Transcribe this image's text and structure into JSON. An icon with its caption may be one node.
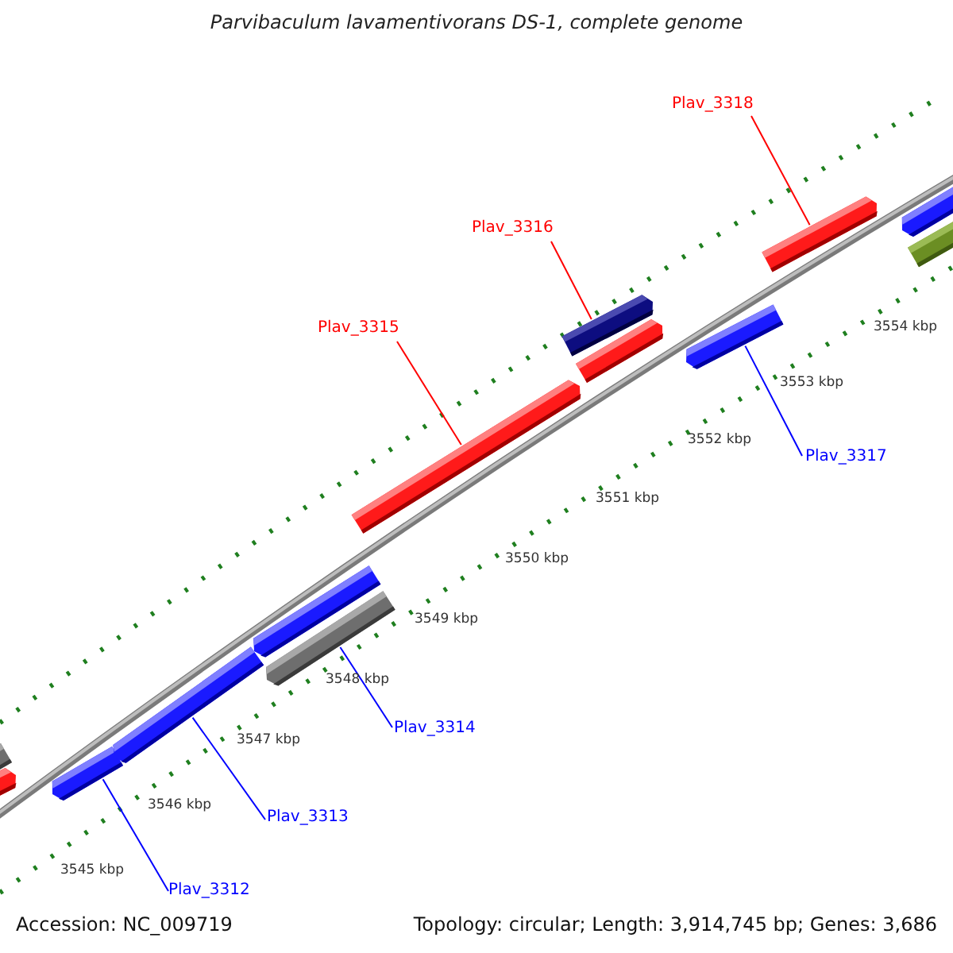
{
  "diagram": {
    "title": "Parvibaculum lavamentivorans DS-1, complete genome",
    "nodes": [
      {
        "text": [
          "Plav_3318"
        ]
      },
      {
        "text": [
          "Plav_3316"
        ]
      },
      {
        "text": [
          "Plav_3315"
        ]
      },
      {
        "text": [
          "Plav_3317"
        ]
      },
      {
        "text": [
          "Plav_3314"
        ]
      },
      {
        "text": [
          "Plav_3313"
        ]
      },
      {
        "text": [
          "Plav_3312"
        ]
      },
      {
        "text": [],
        "shape": "bar"
      },
      {
        "text": [],
        "shape": "bar"
      },
      {
        "text": [],
        "shape": "bar"
      },
      {
        "text": [],
        "shape": "bar"
      },
      {
        "text": [],
        "shape": "bar"
      },
      {
        "text": [],
        "shape": "bar"
      },
      {
        "text": [],
        "shape": "bar"
      },
      {
        "text": [],
        "shape": "bar"
      },
      {
        "text": [],
        "shape": "bar"
      },
      {
        "text": [],
        "shape": "bar"
      },
      {
        "text": [],
        "shape": "bar"
      },
      {
        "text": [],
        "shape": "bar"
      },
      {
        "text": [],
        "shape": "bar"
      }
    ],
    "edges": [
      {
        "from": 0,
        "to": 17,
        "arrow": "none",
        "color": "#ff0000"
      },
      {
        "from": 1,
        "to": 14,
        "arrow": "none",
        "color": "#ff0000"
      },
      {
        "from": 2,
        "to": 13,
        "arrow": "none",
        "color": "#ff0000"
      },
      {
        "from": 3,
        "to": 16,
        "arrow": "none"
      },
      {
        "from": 4,
        "to": 12,
        "arrow": "none"
      },
      {
        "from": 5,
        "to": 10,
        "arrow": "none"
      },
      {
        "from": 6,
        "to": 9,
        "arrow": "none"
      }
    ],
    "labels": [
      "3545 kbp",
      "3546 kbp",
      "3547 kbp",
      "3548 kbp",
      "3549 kbp",
      "3550 kbp",
      "3551 kbp",
      "3552 kbp",
      "3553 kbp",
      "3554 kbp",
      "Accession: NC_009719",
      "Topology: circular; Length: 3,914,745 bp; Genes: 3,686"
    ]
  }
}
